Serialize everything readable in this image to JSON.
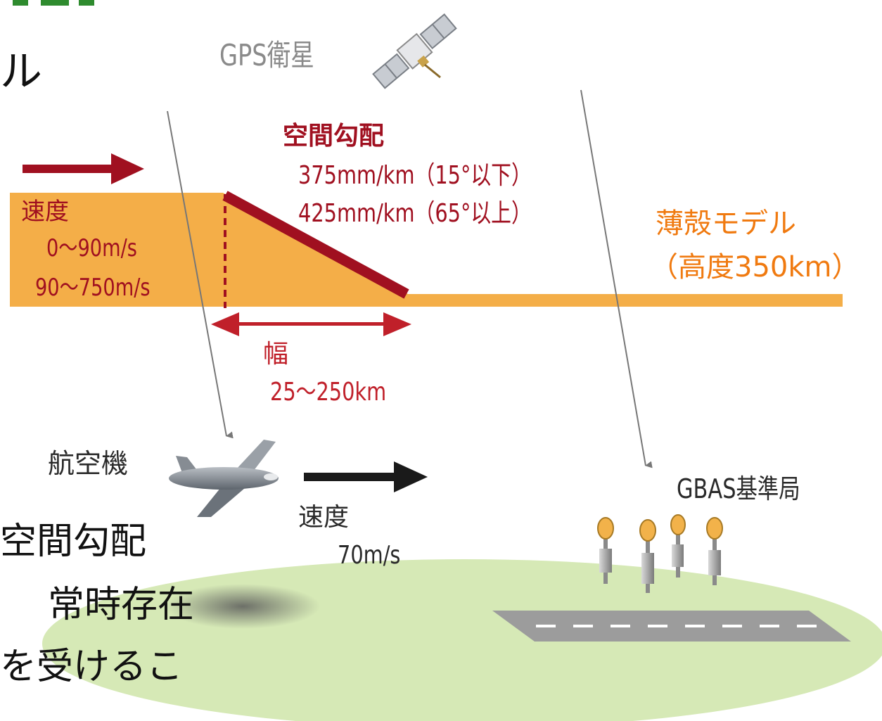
{
  "slide": {
    "title_fragment": "ル",
    "heading_fragment": "",
    "body_fragments": [
      "空間勾配",
      "常時存在",
      "を受けるこ"
    ]
  },
  "diagram": {
    "satellite_label": "GPS衛星",
    "gradient": {
      "title": "空間勾配",
      "line1": "375mm/km（15°以下）",
      "line2": "425mm/km（65°以上）"
    },
    "shell": {
      "line1": "薄殻モデル",
      "line2": "（高度350km）"
    },
    "speed_front": {
      "title": "速度",
      "line1": "0～90m/s",
      "line2": "90～750m/s"
    },
    "width": {
      "title": "幅",
      "value": "25～250km"
    },
    "aircraft": {
      "label": "航空機",
      "speed_title": "速度",
      "speed_value": "70m/s"
    },
    "station_label": "GBAS基準局",
    "colors": {
      "ionosphere": "#f4ae48",
      "gradient_red": "#a01020",
      "ground": "#d6e9b6",
      "shell_text": "#f07a10",
      "green_title": "#2e8b2e"
    }
  }
}
